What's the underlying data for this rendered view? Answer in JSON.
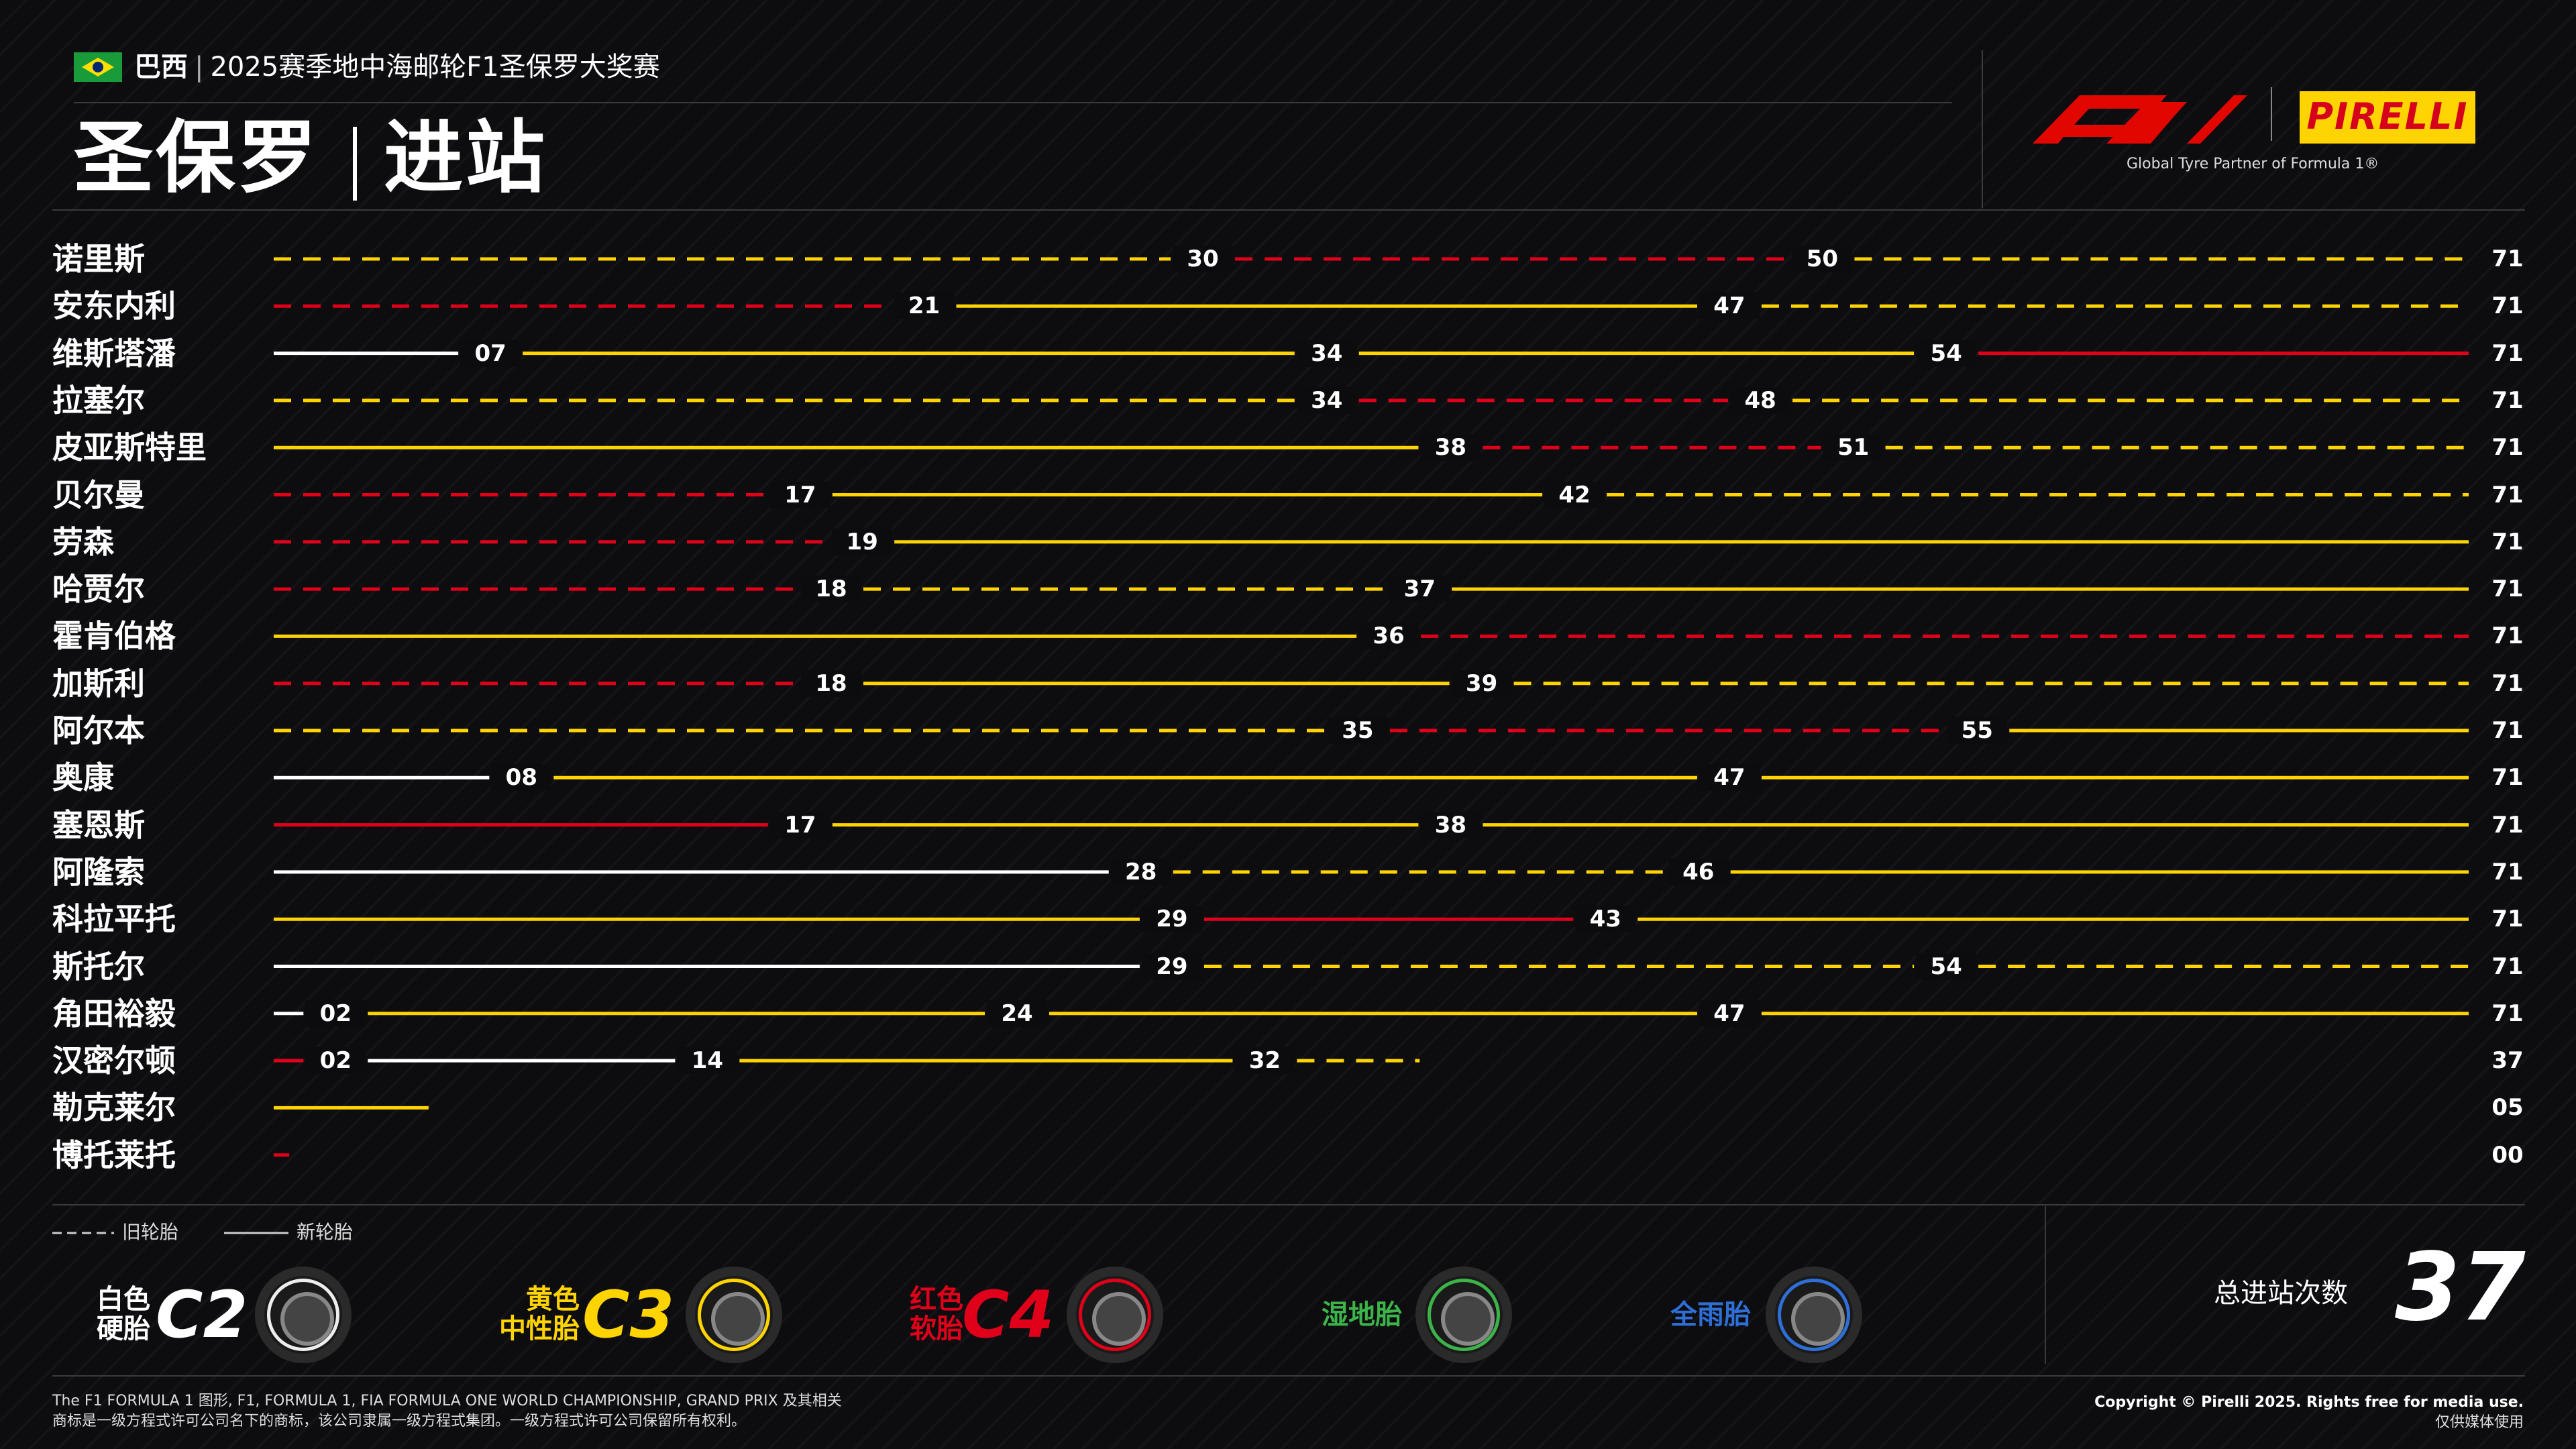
{
  "header": {
    "country": "巴西",
    "event": "2025赛季地中海邮轮F1圣保罗大奖赛",
    "title_left": "圣保罗",
    "title_right": "进站",
    "pirelli": "PIRELLI",
    "partner": "Global Tyre Partner of Formula 1®"
  },
  "colors": {
    "hard": "#ffffff",
    "medium": "#ffd400",
    "soft": "#e1001a",
    "inter": "#3cb44a",
    "wet": "#2e6fd8",
    "background": "#0c0c0e"
  },
  "chart_data": {
    "type": "bar",
    "x_unit": "lap",
    "total_laps": 71,
    "drivers": [
      {
        "name": "诺里斯",
        "end": 71,
        "stints": [
          {
            "c": "medium",
            "n": false,
            "s": 0,
            "e": 30
          },
          {
            "c": "soft",
            "n": false,
            "s": 30,
            "e": 50
          },
          {
            "c": "medium",
            "n": false,
            "s": 50,
            "e": 71
          }
        ]
      },
      {
        "name": "安东内利",
        "end": 71,
        "stints": [
          {
            "c": "soft",
            "n": false,
            "s": 0,
            "e": 21
          },
          {
            "c": "medium",
            "n": true,
            "s": 21,
            "e": 47
          },
          {
            "c": "medium",
            "n": false,
            "s": 47,
            "e": 71
          }
        ]
      },
      {
        "name": "维斯塔潘",
        "end": 71,
        "stints": [
          {
            "c": "hard",
            "n": true,
            "s": 0,
            "e": 7
          },
          {
            "c": "medium",
            "n": true,
            "s": 7,
            "e": 34
          },
          {
            "c": "medium",
            "n": true,
            "s": 34,
            "e": 54
          },
          {
            "c": "soft",
            "n": true,
            "s": 54,
            "e": 71
          }
        ]
      },
      {
        "name": "拉塞尔",
        "end": 71,
        "stints": [
          {
            "c": "medium",
            "n": false,
            "s": 0,
            "e": 34
          },
          {
            "c": "soft",
            "n": false,
            "s": 34,
            "e": 48
          },
          {
            "c": "medium",
            "n": false,
            "s": 48,
            "e": 71
          }
        ]
      },
      {
        "name": "皮亚斯特里",
        "end": 71,
        "stints": [
          {
            "c": "medium",
            "n": true,
            "s": 0,
            "e": 38
          },
          {
            "c": "soft",
            "n": false,
            "s": 38,
            "e": 51
          },
          {
            "c": "medium",
            "n": false,
            "s": 51,
            "e": 71
          }
        ]
      },
      {
        "name": "贝尔曼",
        "end": 71,
        "stints": [
          {
            "c": "soft",
            "n": false,
            "s": 0,
            "e": 17
          },
          {
            "c": "medium",
            "n": true,
            "s": 17,
            "e": 42
          },
          {
            "c": "medium",
            "n": false,
            "s": 42,
            "e": 71
          }
        ]
      },
      {
        "name": "劳森",
        "end": 71,
        "stints": [
          {
            "c": "soft",
            "n": false,
            "s": 0,
            "e": 19
          },
          {
            "c": "medium",
            "n": true,
            "s": 19,
            "e": 71
          }
        ]
      },
      {
        "name": "哈贾尔",
        "end": 71,
        "stints": [
          {
            "c": "soft",
            "n": false,
            "s": 0,
            "e": 18
          },
          {
            "c": "medium",
            "n": false,
            "s": 18,
            "e": 37
          },
          {
            "c": "medium",
            "n": true,
            "s": 37,
            "e": 71
          }
        ]
      },
      {
        "name": "霍肯伯格",
        "end": 71,
        "stints": [
          {
            "c": "medium",
            "n": true,
            "s": 0,
            "e": 36
          },
          {
            "c": "soft",
            "n": false,
            "s": 36,
            "e": 71
          }
        ]
      },
      {
        "name": "加斯利",
        "end": 71,
        "stints": [
          {
            "c": "soft",
            "n": false,
            "s": 0,
            "e": 18
          },
          {
            "c": "medium",
            "n": true,
            "s": 18,
            "e": 39
          },
          {
            "c": "medium",
            "n": false,
            "s": 39,
            "e": 71
          }
        ]
      },
      {
        "name": "阿尔本",
        "end": 71,
        "stints": [
          {
            "c": "medium",
            "n": false,
            "s": 0,
            "e": 35
          },
          {
            "c": "soft",
            "n": false,
            "s": 35,
            "e": 55
          },
          {
            "c": "medium",
            "n": true,
            "s": 55,
            "e": 71
          }
        ]
      },
      {
        "name": "奥康",
        "end": 71,
        "stints": [
          {
            "c": "hard",
            "n": true,
            "s": 0,
            "e": 8
          },
          {
            "c": "medium",
            "n": true,
            "s": 8,
            "e": 47
          },
          {
            "c": "medium",
            "n": true,
            "s": 47,
            "e": 71
          }
        ]
      },
      {
        "name": "塞恩斯",
        "end": 71,
        "stints": [
          {
            "c": "soft",
            "n": true,
            "s": 0,
            "e": 17
          },
          {
            "c": "medium",
            "n": true,
            "s": 17,
            "e": 38
          },
          {
            "c": "medium",
            "n": true,
            "s": 38,
            "e": 71
          }
        ]
      },
      {
        "name": "阿隆索",
        "end": 71,
        "stints": [
          {
            "c": "hard",
            "n": true,
            "s": 0,
            "e": 28
          },
          {
            "c": "medium",
            "n": false,
            "s": 28,
            "e": 46
          },
          {
            "c": "medium",
            "n": true,
            "s": 46,
            "e": 71
          }
        ]
      },
      {
        "name": "科拉平托",
        "end": 71,
        "stints": [
          {
            "c": "medium",
            "n": true,
            "s": 0,
            "e": 29
          },
          {
            "c": "soft",
            "n": true,
            "s": 29,
            "e": 43
          },
          {
            "c": "medium",
            "n": true,
            "s": 43,
            "e": 71
          }
        ]
      },
      {
        "name": "斯托尔",
        "end": 71,
        "stints": [
          {
            "c": "hard",
            "n": true,
            "s": 0,
            "e": 29
          },
          {
            "c": "medium",
            "n": false,
            "s": 29,
            "e": 54
          },
          {
            "c": "medium",
            "n": false,
            "s": 54,
            "e": 71
          }
        ]
      },
      {
        "name": "角田裕毅",
        "end": 71,
        "stints": [
          {
            "c": "hard",
            "n": true,
            "s": 0,
            "e": 2
          },
          {
            "c": "medium",
            "n": true,
            "s": 2,
            "e": 24
          },
          {
            "c": "medium",
            "n": true,
            "s": 24,
            "e": 47
          },
          {
            "c": "medium",
            "n": true,
            "s": 47,
            "e": 71
          }
        ]
      },
      {
        "name": "汉密尔顿",
        "end": 37,
        "stints": [
          {
            "c": "soft",
            "n": true,
            "s": 0,
            "e": 2
          },
          {
            "c": "hard",
            "n": true,
            "s": 2,
            "e": 14
          },
          {
            "c": "medium",
            "n": true,
            "s": 14,
            "e": 32
          },
          {
            "c": "medium",
            "n": false,
            "s": 32,
            "e": 37
          }
        ]
      },
      {
        "name": "勒克莱尔",
        "end": 5,
        "stints": [
          {
            "c": "medium",
            "n": true,
            "s": 0,
            "e": 5
          }
        ]
      },
      {
        "name": "博托莱托",
        "end": 0,
        "stints": [
          {
            "c": "soft",
            "n": true,
            "s": 0,
            "e": 0.5
          }
        ]
      }
    ]
  },
  "legend": {
    "used": "旧轮胎",
    "new": "新轮胎"
  },
  "compounds": {
    "c2": {
      "label1": "白色",
      "label2": "硬胎",
      "code": "C2"
    },
    "c3": {
      "label1": "黄色",
      "label2": "中性胎",
      "code": "C3"
    },
    "c4": {
      "label1": "红色",
      "label2": "软胎",
      "code": "C4"
    },
    "inter": {
      "label": "湿地胎"
    },
    "wet": {
      "label": "全雨胎"
    }
  },
  "summary": {
    "label": "总进站次数",
    "value": "37"
  },
  "footer": {
    "left1": "The F1 FORMULA 1 图形, F1, FORMULA 1, FIA FORMULA ONE WORLD CHAMPIONSHIP, GRAND PRIX 及其相关",
    "left2": "商标是一级方程式许可公司名下的商标，该公司隶属一级方程式集团。一级方程式许可公司保留所有权利。",
    "right1": "Copyright © Pirelli 2025. Rights free for media use.",
    "right2": "仅供媒体使用"
  }
}
